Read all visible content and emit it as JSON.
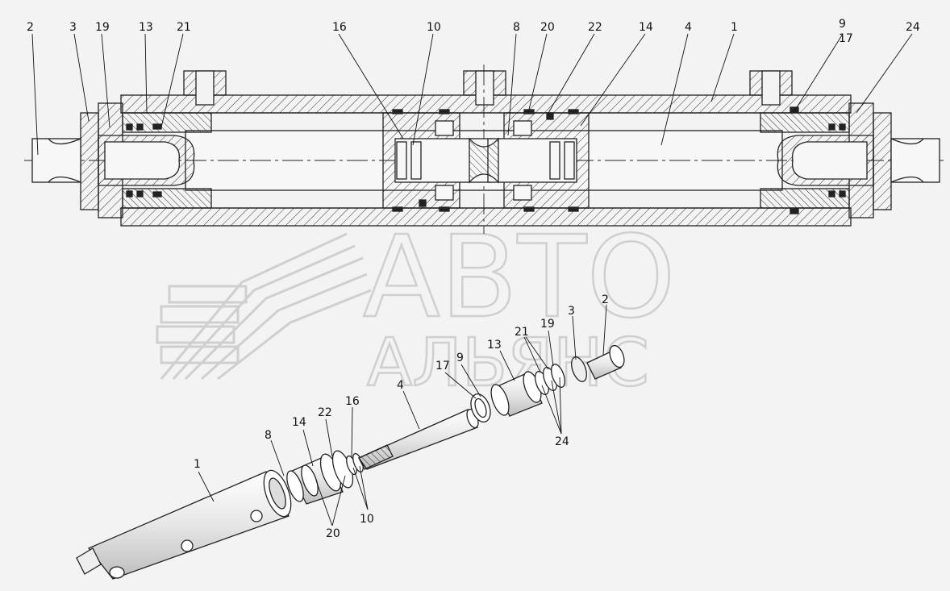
{
  "watermark": {
    "line1": "АВТО",
    "line2": "АЛЬЯНС",
    "color": "#cfcfcf"
  },
  "colors": {
    "line": "#222222",
    "background": "#f3f3f3",
    "hatch": "#333333"
  },
  "section_callouts": [
    "2",
    "3",
    "19",
    "13",
    "21",
    "16",
    "10",
    "8",
    "20",
    "22",
    "14",
    "4",
    "1",
    "9",
    "17",
    "24"
  ],
  "exploded_callouts": [
    "2",
    "3",
    "19",
    "21",
    "13",
    "9",
    "17",
    "4",
    "24",
    "22",
    "16",
    "14",
    "8",
    "1",
    "20",
    "10"
  ]
}
